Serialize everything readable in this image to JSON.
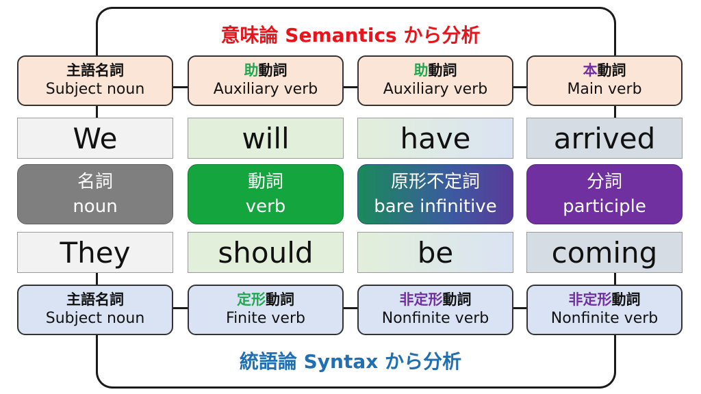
{
  "titles": {
    "semantics": "意味論 Semantics から分析",
    "syntax": "統語論 Syntax から分析"
  },
  "semantic_labels": [
    {
      "jp_highlight": "",
      "jp_rest": "主語名詞",
      "en": "Subject noun"
    },
    {
      "jp_highlight": "助",
      "jp_rest": "動詞",
      "en": "Auxiliary verb"
    },
    {
      "jp_highlight": "助",
      "jp_rest": "動詞",
      "en": "Auxiliary verb"
    },
    {
      "jp_highlight": "本",
      "jp_rest": "動詞",
      "en": "Main verb"
    }
  ],
  "sentence1": [
    "We",
    "will",
    "have",
    "arrived"
  ],
  "pos_labels": [
    {
      "jp": "名詞",
      "en": "noun"
    },
    {
      "jp": "動詞",
      "en": "verb"
    },
    {
      "jp": "原形不定詞",
      "en": "bare infinitive"
    },
    {
      "jp": "分詞",
      "en": "participle"
    }
  ],
  "sentence2": [
    "They",
    "should",
    "be",
    "coming"
  ],
  "syntax_labels": [
    {
      "jp_highlight": "",
      "jp_rest": "主語名詞",
      "en": "Subject noun"
    },
    {
      "jp_highlight": "定形",
      "jp_rest": "動詞",
      "en": "Finite verb"
    },
    {
      "jp_highlight": "非定形",
      "jp_rest": "動詞",
      "en": "Nonfinite verb"
    },
    {
      "jp_highlight": "非定形",
      "jp_rest": "動詞",
      "en": "Nonfinite verb"
    }
  ],
  "colors": {
    "semantics_title": "#e8141b",
    "syntax_title": "#1f6fb2",
    "aux_highlight": "#1fa84f",
    "main_highlight": "#7030a0",
    "finite_highlight": "#1fa84f",
    "nonfinite_highlight": "#7030a0"
  }
}
